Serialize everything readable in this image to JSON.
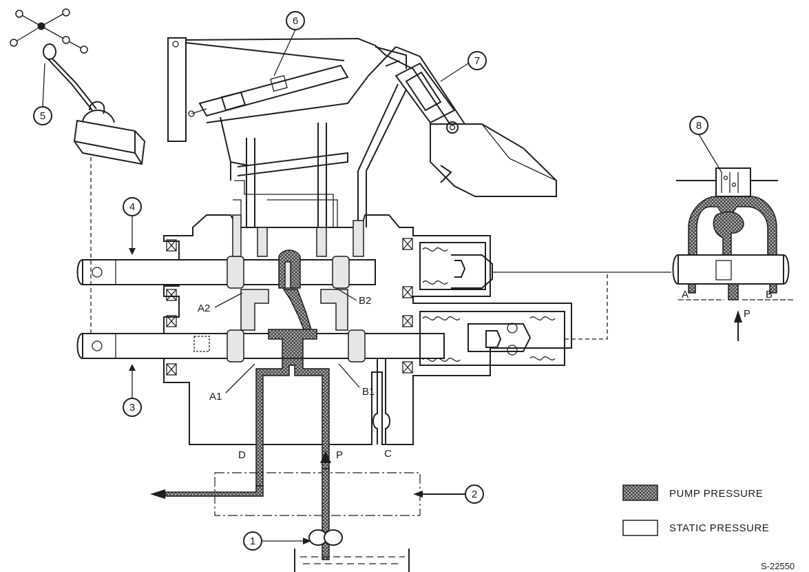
{
  "callouts": [
    {
      "number": "1"
    },
    {
      "number": "2"
    },
    {
      "number": "3"
    },
    {
      "number": "4"
    },
    {
      "number": "5"
    },
    {
      "number": "6"
    },
    {
      "number": "7"
    },
    {
      "number": "8"
    }
  ],
  "ports": {
    "a1": "A1",
    "a2": "A2",
    "b1": "B1",
    "b2": "B2",
    "d": "D",
    "p": "P",
    "c": "C",
    "inset_a": "A",
    "inset_b": "B",
    "inset_p": "P"
  },
  "legend": {
    "pump_pressure": "PUMP PRESSURE",
    "static_pressure": "STATIC PRESSURE"
  },
  "figure_code": "S-22550",
  "colors": {
    "line": "#1f1f1f",
    "static_fill": "#e6e6e6",
    "background": "#ffffff"
  }
}
